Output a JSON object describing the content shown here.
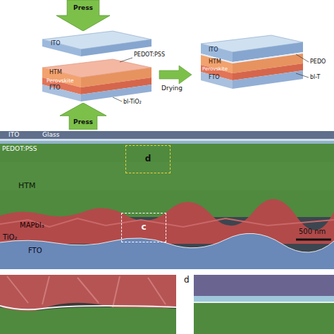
{
  "diagram": {
    "nodes": [
      {
        "text": [
          "Press"
        ]
      },
      {
        "text": [
          "Press"
        ]
      },
      {
        "text": [
          "d"
        ]
      },
      {
        "text": [
          "c"
        ]
      }
    ],
    "labels": [
      "ITO",
      "PEDOT:PSS",
      "HTM",
      "Perovskite",
      "FTO",
      "bl-TiO₂",
      "Drying",
      "ITO",
      "HTM",
      "Perovskite",
      "FTO",
      "PEDO",
      "bl-T",
      "ITO",
      "Glass",
      "PEDOT:PSS",
      "HTM",
      "MAPbI₃",
      "TiO₂",
      "FTO",
      "500 nm",
      "d"
    ]
  }
}
